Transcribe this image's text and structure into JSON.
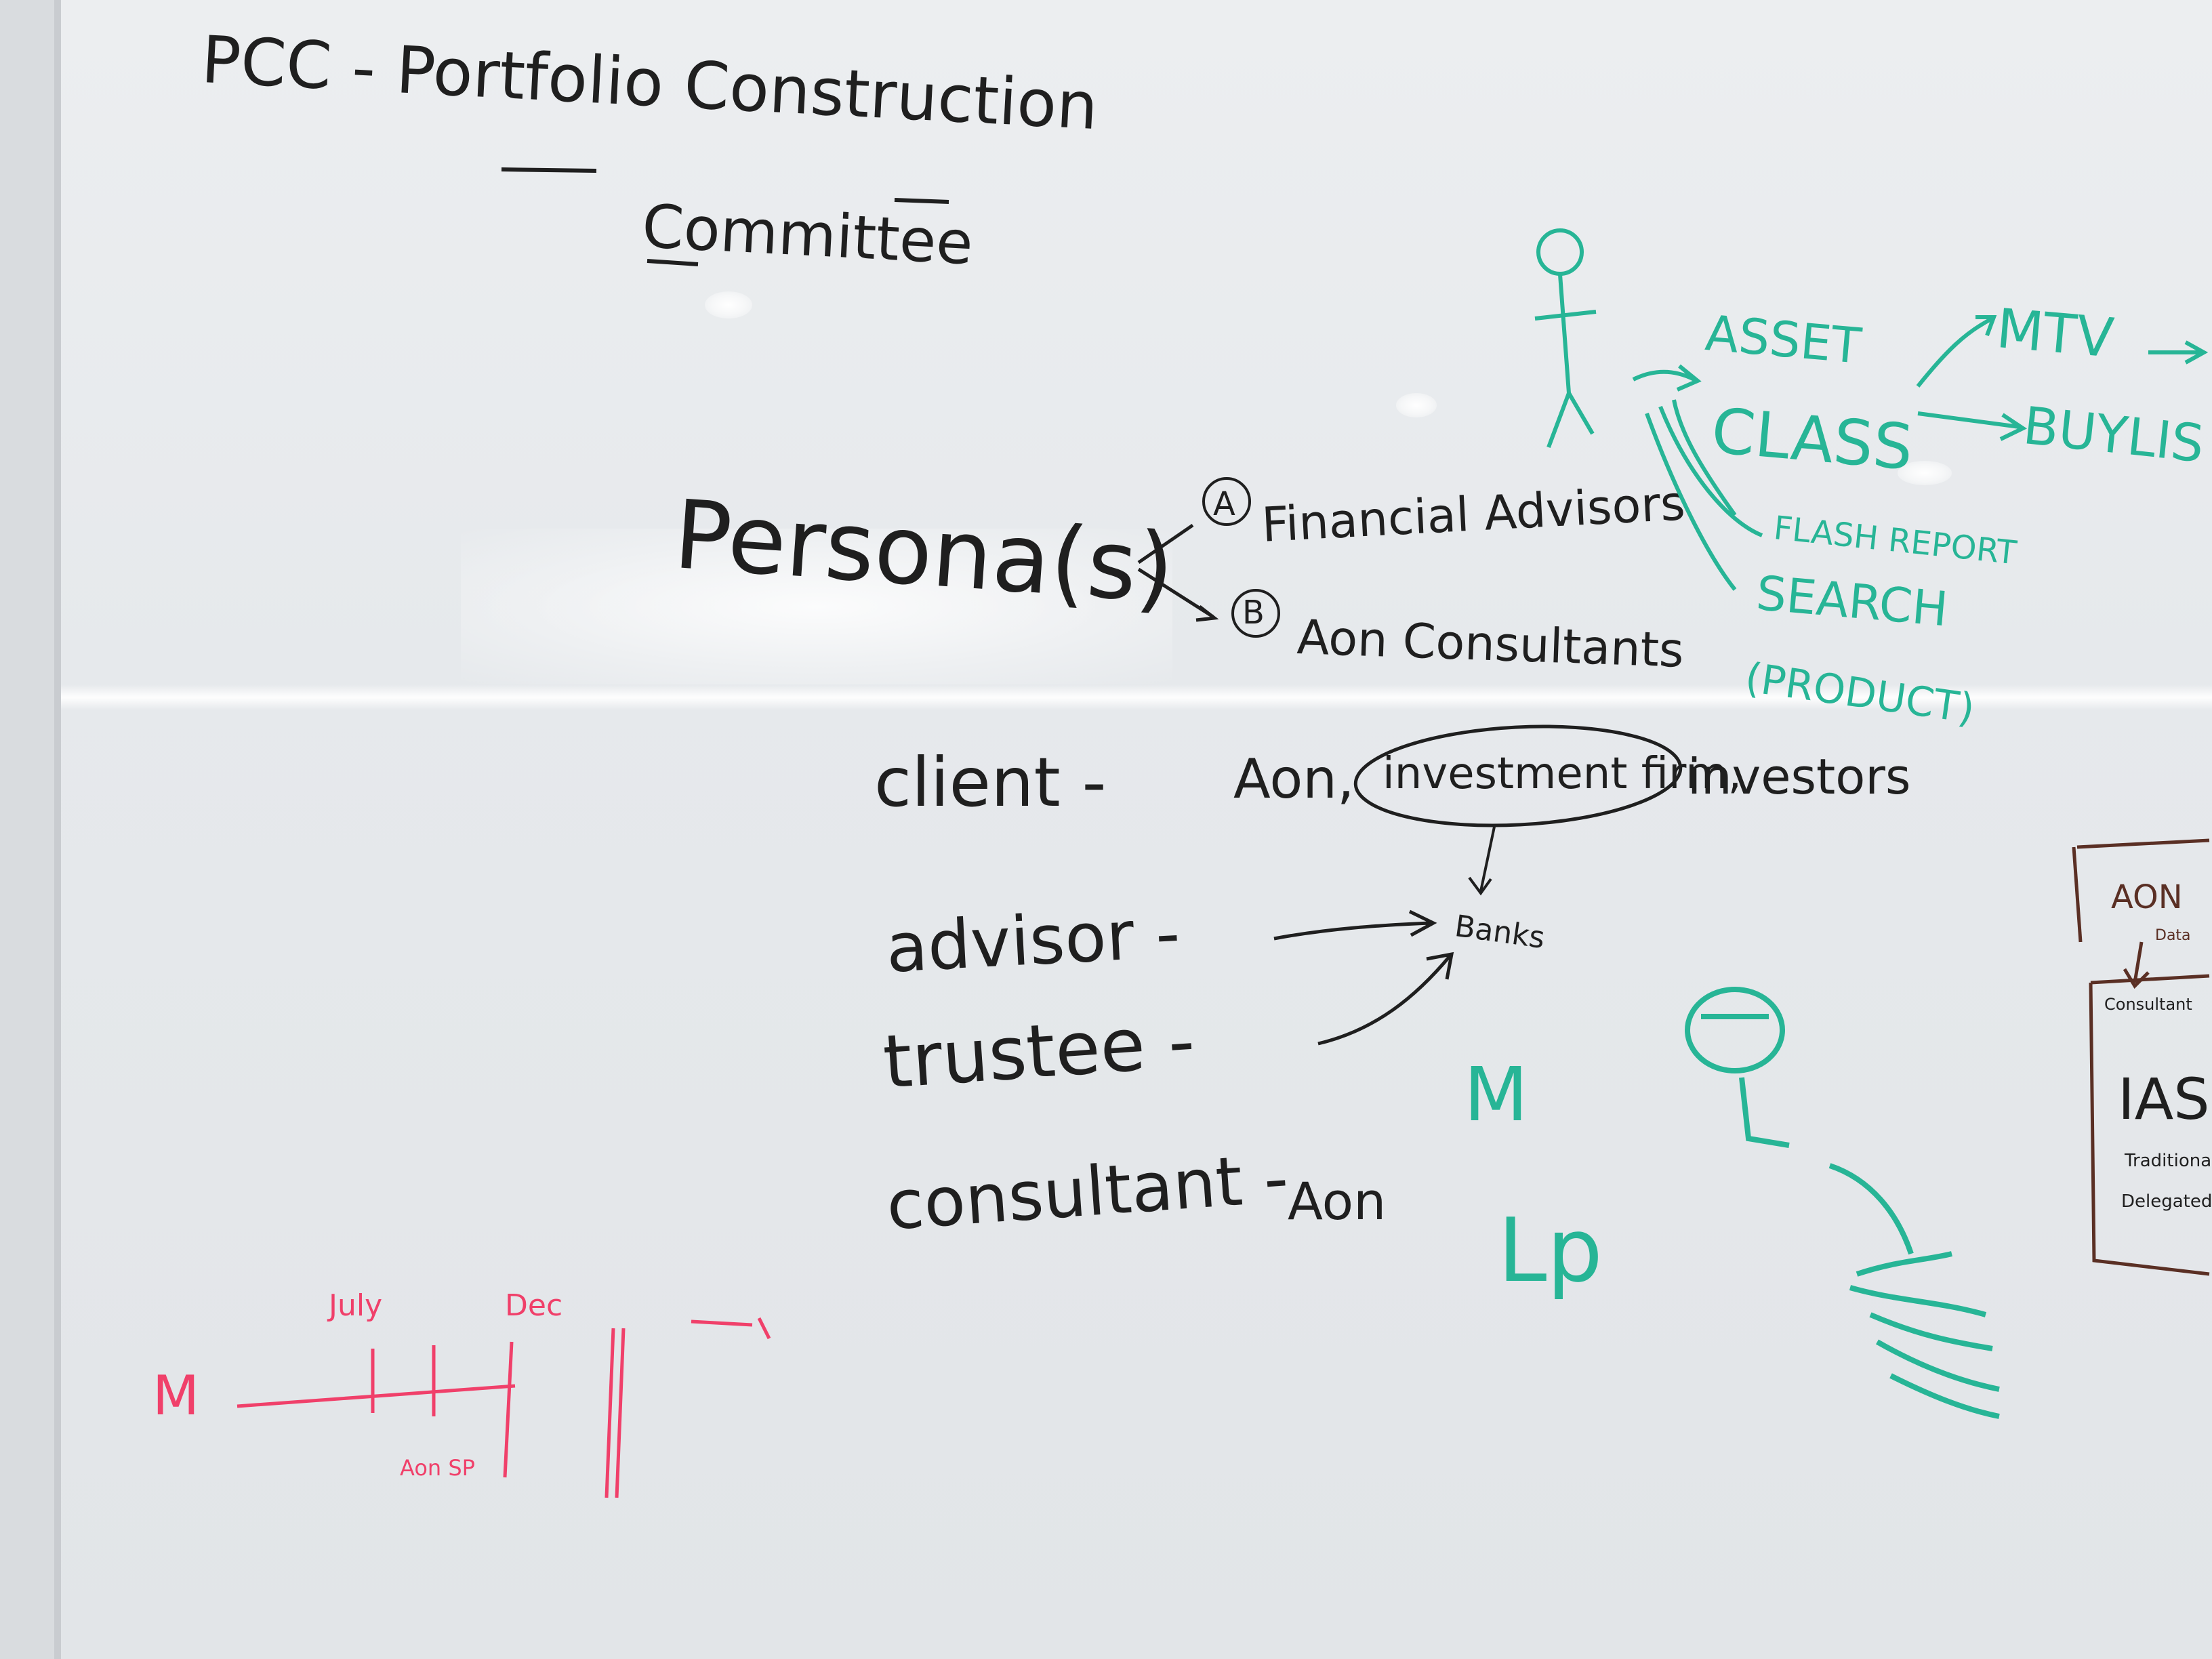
{
  "title": {
    "line1": "PCC - Portfolio Construction",
    "line2": "Committee"
  },
  "personas": {
    "label": "Persona(s)",
    "a_marker": "A",
    "a_text": "Financial Advisors",
    "b_marker": "B",
    "b_text": "Aon Consultants"
  },
  "roles": {
    "client": "client -",
    "client_values": [
      "Aon,",
      "investment firm,",
      "investors"
    ],
    "banks": "Banks",
    "advisor": "advisor -",
    "trustee": "trustee -",
    "consultant": "consultant -",
    "consultant_value": "Aon"
  },
  "flow": {
    "asset": "ASSET",
    "class": "CLASS",
    "mtv": "MTV",
    "buylist": "BUYLIS",
    "flash_report": "FLASH REPORT",
    "search": "SEARCH",
    "product": "(PRODUCT)"
  },
  "letters": {
    "m": "M",
    "lp": "Lp"
  },
  "timeline": {
    "start": "M",
    "july": "July",
    "dec": "Dec",
    "aon_sp": "Aon SP"
  },
  "side_box": {
    "aon": "AON",
    "data": "Data",
    "consultant": "Consultant",
    "ias": "IAS",
    "traditional": "Traditional",
    "delegated": "Delegated"
  },
  "colors": {
    "black_marker": "#1f1f1f",
    "green_marker": "#27b596",
    "red_marker": "#f0406a",
    "brown_marker": "#5a2f24",
    "board": "#e6e9ec"
  }
}
